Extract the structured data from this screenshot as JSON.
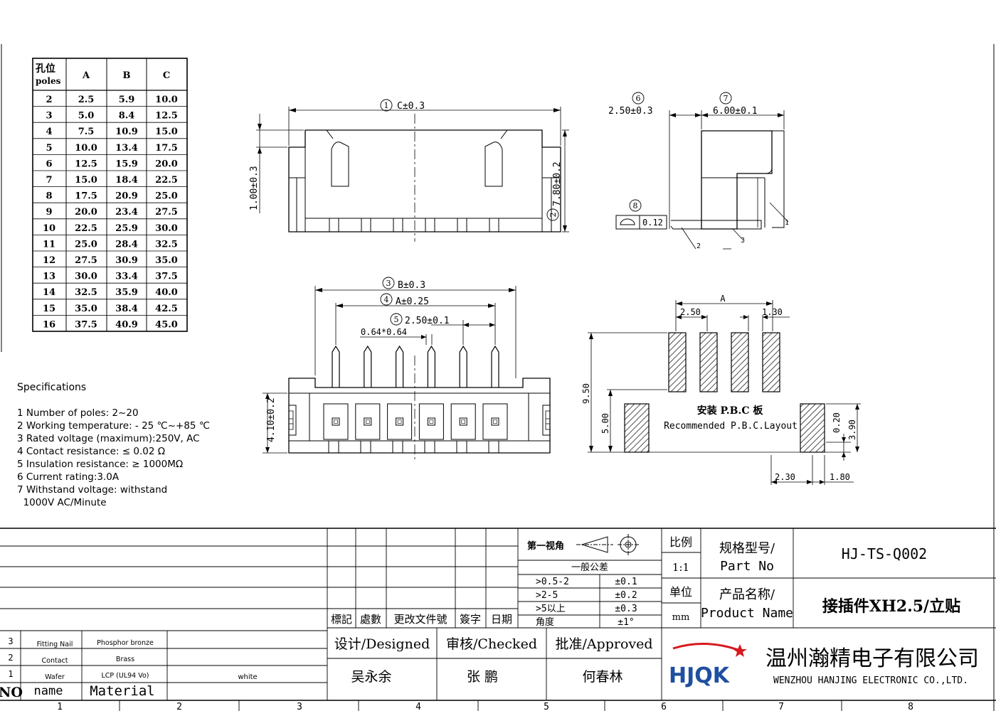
{
  "pole_table": {
    "header_cn": "孔位",
    "header_en": "poles",
    "col_a": "A",
    "col_b": "B",
    "col_c": "C",
    "rows": [
      [
        "2",
        "2.5",
        "5.9",
        "10.0"
      ],
      [
        "3",
        "5.0",
        "8.4",
        "12.5"
      ],
      [
        "4",
        "7.5",
        "10.9",
        "15.0"
      ],
      [
        "5",
        "10.0",
        "13.4",
        "17.5"
      ],
      [
        "6",
        "12.5",
        "15.9",
        "20.0"
      ],
      [
        "7",
        "15.0",
        "18.4",
        "22.5"
      ],
      [
        "8",
        "17.5",
        "20.9",
        "25.0"
      ],
      [
        "9",
        "20.0",
        "23.4",
        "27.5"
      ],
      [
        "10",
        "22.5",
        "25.9",
        "30.0"
      ],
      [
        "11",
        "25.0",
        "28.4",
        "32.5"
      ],
      [
        "12",
        "27.5",
        "30.9",
        "35.0"
      ],
      [
        "13",
        "30.0",
        "33.4",
        "37.5"
      ],
      [
        "14",
        "32.5",
        "35.9",
        "40.0"
      ],
      [
        "15",
        "35.0",
        "38.4",
        "42.5"
      ],
      [
        "16",
        "37.5",
        "40.9",
        "45.0"
      ]
    ]
  },
  "specs": {
    "title": "Specifications",
    "lines": [
      "1 Number of poles: 2~20",
      "2 Working temperature: - 25 ℃~+85 ℃",
      "3 Rated voltage (maximum):250V, AC",
      "4 Contact resistance: ≤ 0.02 Ω",
      "5 Insulation resistance: ≥ 1000MΩ",
      "6 Current rating:3.0A",
      "7 Withstand voltage: withstand",
      "  1000V AC/Minute"
    ]
  },
  "dims": {
    "d1_num": "1",
    "d1": "C±0.3",
    "d2_num": "2",
    "d2": "7.80±0.2",
    "d_left": "1.00±0.3",
    "d3_num": "3",
    "d3": "B±0.3",
    "d4_num": "4",
    "d4": "A±0.25",
    "d5_num": "5",
    "d5": "2.50±0.1",
    "d_pin": "0.64*0.64",
    "d_height": "4.10±0.2",
    "d6_num": "6",
    "d6": "2.50±0.3",
    "d7_num": "7",
    "d7": "6.00±0.1",
    "d8_num": "8",
    "d8": "0.12",
    "callout_1": "1",
    "callout_2": "2",
    "callout_3": "3"
  },
  "pcb": {
    "dim_a": "A",
    "pitch": "2.50",
    "pad_w": "1.30",
    "h_total": "9.50",
    "h_pad": "5.00",
    "nail_h": "3.90",
    "offset": "0.20",
    "nail_x": "2.30",
    "nail_w": "1.80",
    "label_cn": "安装 P.B.C 板",
    "label_en": "Recommended P.B.C.Layout"
  },
  "title_block": {
    "view_label": "第一视角",
    "tolerance_title": "一般公差",
    "tolerances": [
      [
        ">0.5-2",
        "±0.1"
      ],
      [
        ">2-5",
        "±0.2"
      ],
      [
        ">5以上",
        "±0.3"
      ],
      [
        "角度",
        "±1°"
      ]
    ],
    "scale_label": "比例",
    "scale_value": "1:1",
    "unit_label": "单位",
    "unit_value": "mm",
    "part_no_label_cn": "规格型号/",
    "part_no_label_en": "Part No",
    "part_no": "HJ-TS-Q002",
    "product_label_cn": "产品名称/",
    "product_label_en": "Product Name",
    "product_name": "接插件XH2.5/立贴",
    "rev_headers": [
      "標記",
      "處數",
      "更改文件號",
      "簽字",
      "日期"
    ],
    "designed_label": "设计/Designed",
    "checked_label": "审核/Checked",
    "approved_label": "批准/Approved",
    "designer": "吴永余",
    "checker": "张 鹏",
    "approver": "何春林",
    "company_cn": "温州瀚精电子有限公司",
    "company_en": "WENZHOU HANJING ELECTRONIC CO.,LTD.",
    "logo": "HJQK",
    "bom_header": [
      "NO",
      "name",
      "Material"
    ],
    "bom": [
      [
        "3",
        "Fitting Nail",
        "Phosphor bronze",
        ""
      ],
      [
        "2",
        "Contact",
        "Brass",
        ""
      ],
      [
        "1",
        "Wafer",
        "LCP (UL94 Vo)",
        "white"
      ]
    ],
    "zones": [
      "1",
      "2",
      "3",
      "4",
      "5",
      "6",
      "7",
      "8"
    ]
  },
  "colors": {
    "ink": "#000000",
    "logo_red": "#d7191f",
    "logo_blue": "#1e4fa0"
  }
}
